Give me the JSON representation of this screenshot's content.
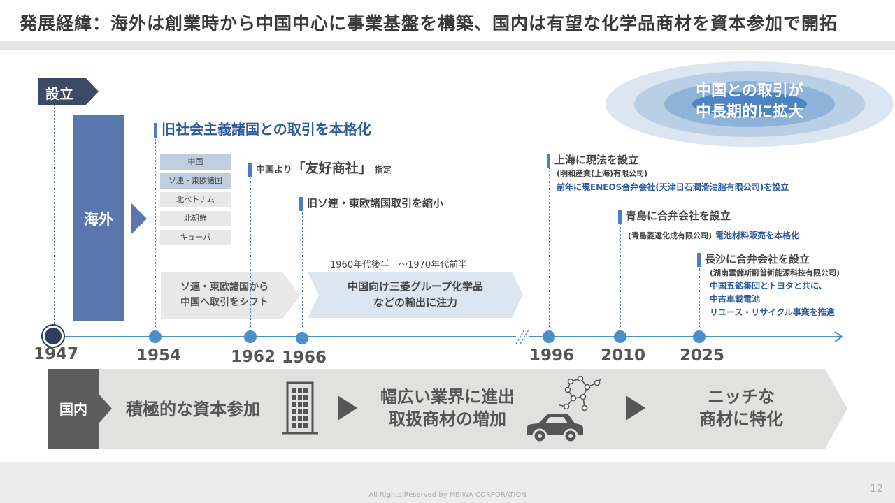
{
  "title": "発展経緯：海外は創業時から中国中心に事業基盤を構築、国内は有望な化学品商材を資本参加で開拓",
  "founded_label": "設立",
  "overseas_label": "海外",
  "domestic_label": "国内",
  "badge": {
    "line1": "中国との取引が",
    "line2": "中長期的に拡大"
  },
  "section_heading": "旧社会主義諸国との取引を本格化",
  "countries": [
    "中国",
    "ソ連・東欧諸国",
    "北ベトナム",
    "北朝鮮",
    "キューバ"
  ],
  "shift_box": {
    "line1": "ソ連・東欧諸国から",
    "line2": "中国へ取引をシフト"
  },
  "period_label": "1960年代後半　～1970年代前半",
  "export_box": {
    "line1": "中国向け三菱グループ化学品",
    "line2": "などの輸出に注力"
  },
  "event_1962": {
    "prefix": "中国より",
    "highlight": "「友好商社」",
    "suffix": "指定"
  },
  "event_1966": "旧ソ連・東欧諸国取引を縮小",
  "event_1996": {
    "title": "上海に現法を設立",
    "sub": "(明和産業(上海)有限公司)",
    "note": "前年に現ENEOS合弁会社(天津日石潤滑油脂有限公司)を設立"
  },
  "event_2010": {
    "title": "青島に合弁会社を設立",
    "sub": "(青島菱達化成有限公司)",
    "note": "電池材料販売を本格化"
  },
  "event_2025": {
    "title": "長沙に合弁会社を設立",
    "sub": "(湖南雲儲斯蔚普新能源科技有限公司)",
    "note1": "中国五鉱集団とトヨタと共に、",
    "note2": "中古車載電池",
    "note3": "リユース・リサイクル事業を推進"
  },
  "years": [
    "1947",
    "1954",
    "1962",
    "1966",
    "1996",
    "2010",
    "2025"
  ],
  "domestic_steps": {
    "step1": "積極的な資本参加",
    "step2_line1": "幅広い業界に進出",
    "step2_line2": "取扱商材の増加",
    "step3_line1": "ニッチな",
    "step3_line2": "商材に特化"
  },
  "icons": [
    "building-icon",
    "molecule-icon",
    "car-icon"
  ],
  "colors": {
    "navy": "#3b4a66",
    "blue": "#5a77ad",
    "accent": "#4a8fcc",
    "text_blue": "#2c5a9c",
    "gray_band": "#e1e1df"
  },
  "copyright": "All Rights Reserved by MEIWA CORPORATION",
  "page_number": "12"
}
